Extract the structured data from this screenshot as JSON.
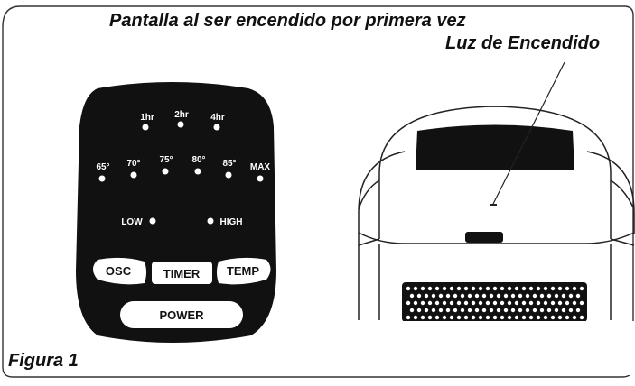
{
  "figure": {
    "title": "Pantalla al ser encendido por primera vez",
    "callout_label": "Luz de Encendido",
    "caption": "Figura 1"
  },
  "panel": {
    "timer_labels": [
      "1hr",
      "2hr",
      "4hr"
    ],
    "temp_labels": [
      "65°",
      "70°",
      "75°",
      "80°",
      "85°",
      "MAX"
    ],
    "fan_low_label": "LOW",
    "fan_high_label": "HIGH",
    "buttons": {
      "osc": "OSC",
      "timer": "TIMER",
      "temp": "TEMP",
      "power": "POWER"
    }
  },
  "colors": {
    "panel_fill": "#111111",
    "button_fill": "#ffffff",
    "led_fill": "#ffffff",
    "outline": "#222222"
  }
}
